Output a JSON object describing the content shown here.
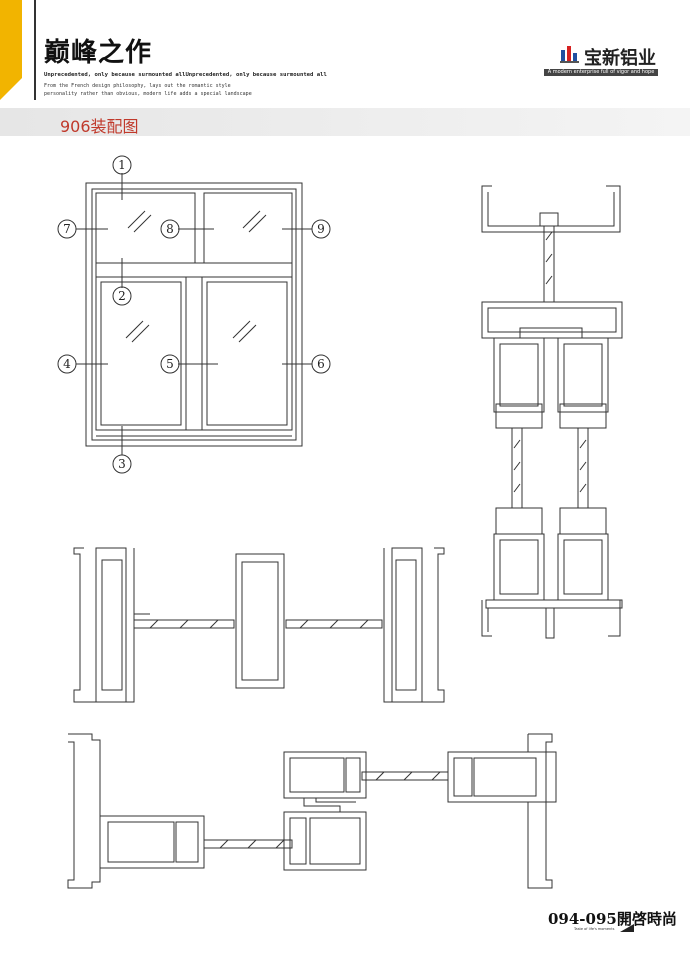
{
  "header": {
    "title": "巅峰之作",
    "tagline": "Unprecedented, only because surmounted allUnprecedented, only because surmounted all",
    "subtext_lines": [
      "From the French design philosophy, lays out the romantic style",
      "personality rather than obvious, modern life adds a special landscape"
    ],
    "brand_name": "宝新铝业",
    "brand_slogan": "A modern enterprise full of vigor and hope",
    "accent_color": "#f2b400",
    "brand_red": "#d62020",
    "brand_blue": "#1f4fa0"
  },
  "section": {
    "title": "906装配图",
    "title_color": "#c0392b"
  },
  "elevation": {
    "callouts": [
      "1",
      "2",
      "3",
      "4",
      "5",
      "6",
      "7",
      "8",
      "9"
    ]
  },
  "footer": {
    "page_label": "094-095開啓時尚",
    "sub_label": "Taste of life's moments"
  }
}
